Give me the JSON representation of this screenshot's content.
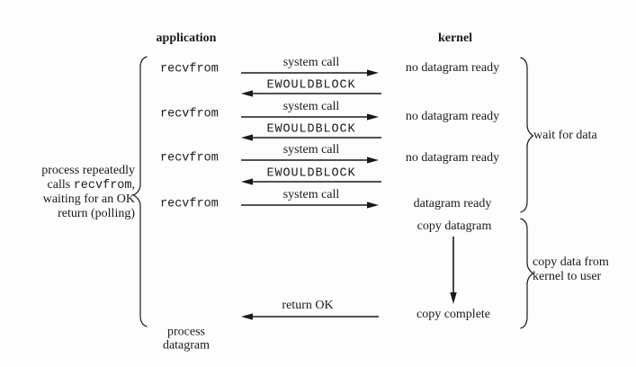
{
  "headers": {
    "application": "application",
    "kernel": "kernel"
  },
  "left_note": {
    "line1": "process repeatedly",
    "line2_prefix": "calls ",
    "line2_code": "recvfrom",
    "line2_suffix": ",",
    "line3": "waiting for an OK",
    "line4": "return (polling)"
  },
  "exchanges": [
    {
      "call": "recvfrom",
      "request": "system call",
      "response": "EWOULDBLOCK",
      "state": "no datagram ready"
    },
    {
      "call": "recvfrom",
      "request": "system call",
      "response": "EWOULDBLOCK",
      "state": "no datagram ready"
    },
    {
      "call": "recvfrom",
      "request": "system call",
      "response": "EWOULDBLOCK",
      "state": "no datagram ready"
    },
    {
      "call": "recvfrom",
      "request": "system call",
      "state": "datagram ready"
    }
  ],
  "copy_phase": {
    "start": "copy datagram",
    "end": "copy complete",
    "return_label": "return OK"
  },
  "bottom_note": {
    "line1": "process",
    "line2": "datagram"
  },
  "braces": {
    "wait": "wait for data",
    "copy_line1": "copy data from",
    "copy_line2": "kernel to user"
  },
  "colors": {
    "ink": "#1a1a1a",
    "background": "#fdfdfd"
  }
}
